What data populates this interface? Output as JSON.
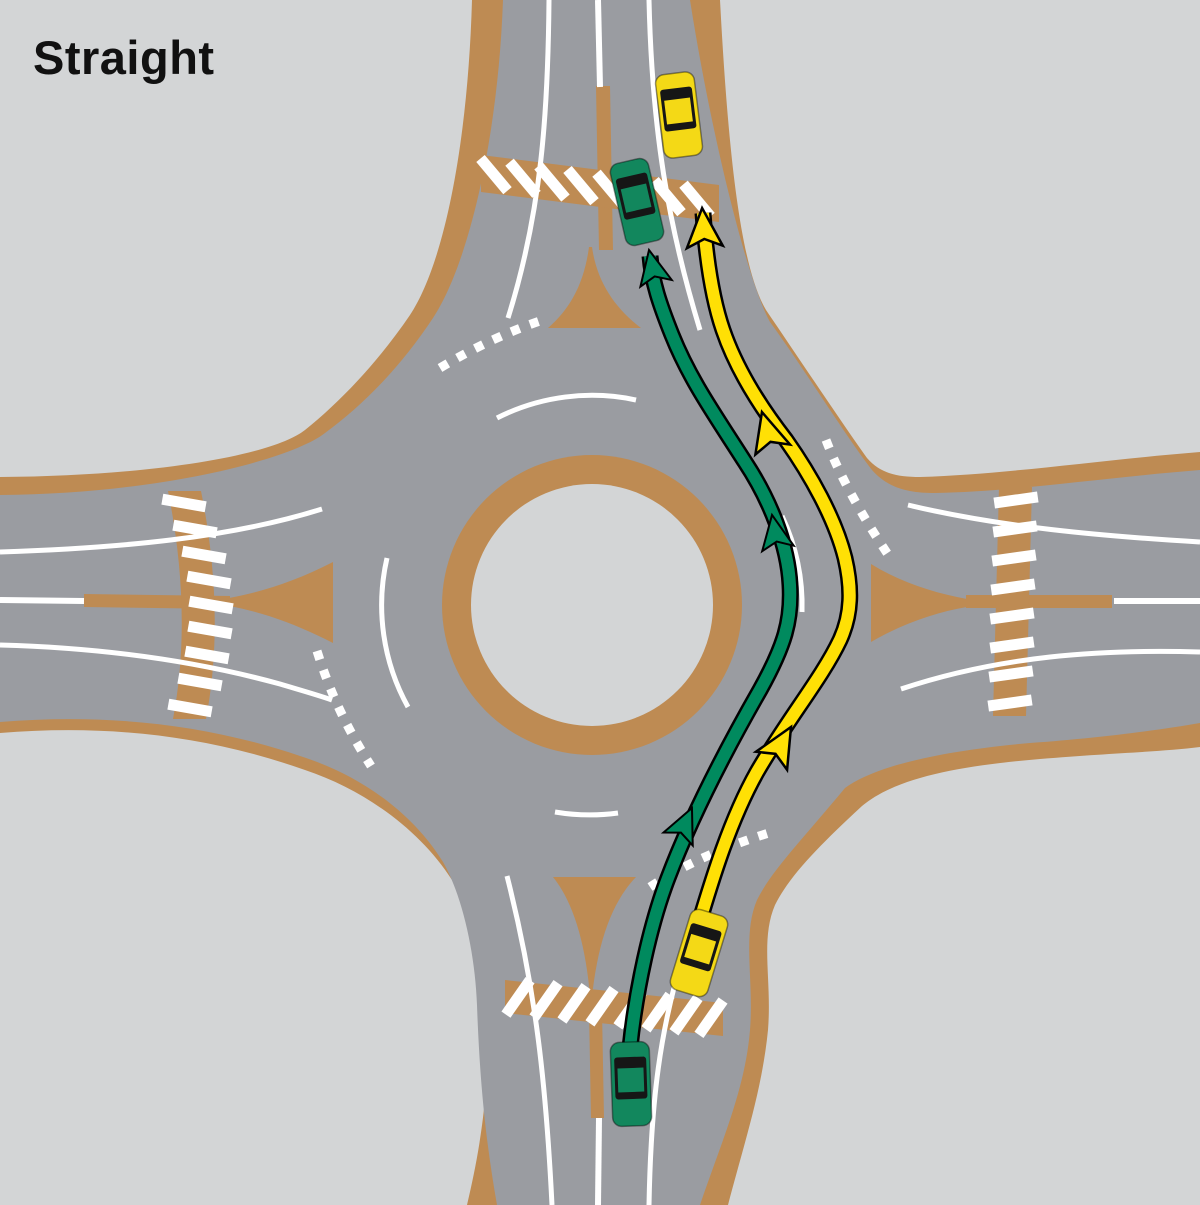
{
  "diagram": {
    "title": "Straight",
    "description": "Roundabout instruction diagram showing two vehicles travelling straight through a four-leg roundabout",
    "colors": {
      "background": "#D3D5D6",
      "road": "#9A9CA1",
      "edge_brown": "#BE8B53",
      "marking_white": "#FFFFFF",
      "green_route": "#008A5E",
      "yellow_route": "#FFE005",
      "green_car": "#12875D",
      "yellow_car": "#F4D916",
      "car_window": "#161616",
      "route_outline": "#000000",
      "title_color": "#111111"
    },
    "vehicles": [
      {
        "name": "green-car-entering",
        "color": "green",
        "location": "south approach, left entry lane"
      },
      {
        "name": "yellow-car-entering",
        "color": "yellow",
        "location": "south approach, right entry lane"
      },
      {
        "name": "green-car-exiting",
        "color": "green",
        "location": "north exit, left lane"
      },
      {
        "name": "yellow-car-exiting",
        "color": "yellow",
        "location": "north exit, right lane"
      }
    ],
    "movements": [
      {
        "name": "green-route",
        "maneuver": "straight through roundabout",
        "arrows": 3
      },
      {
        "name": "yellow-route",
        "maneuver": "straight through roundabout",
        "arrows": 3
      }
    ]
  }
}
